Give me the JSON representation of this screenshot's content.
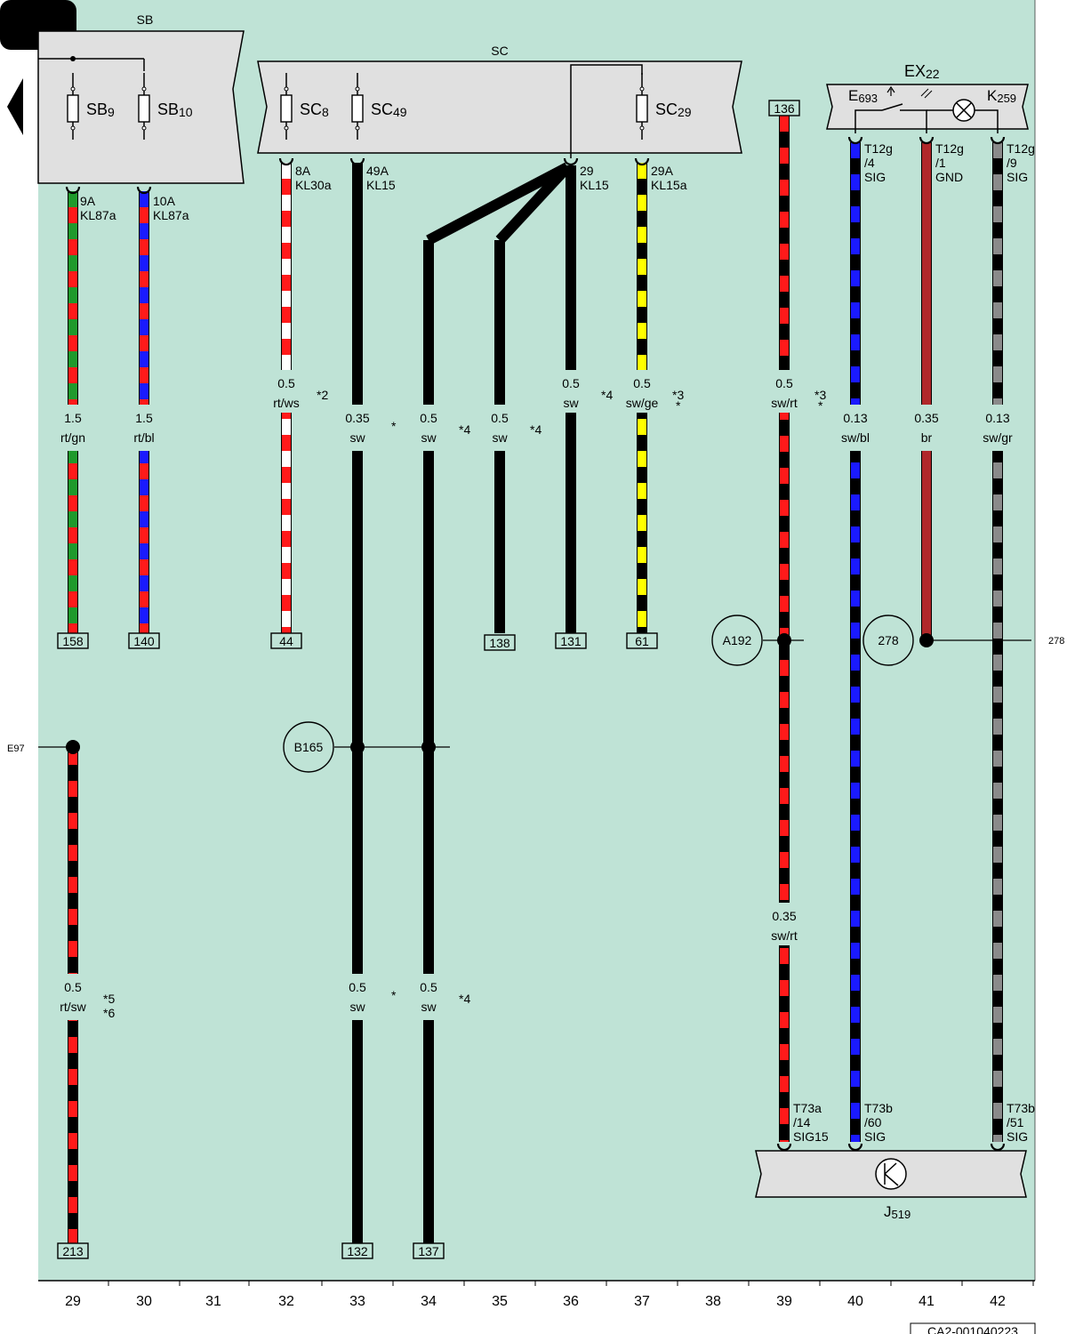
{
  "colors": {
    "background": "#bfe3d6",
    "component_fill": "#e0e0e0",
    "black": "#000000",
    "white": "#ffffff",
    "red": "#ff1a1a",
    "green": "#1f9a2c",
    "blue": "#1a1aff",
    "yellow": "#ffff00",
    "grey": "#8a8a8a",
    "brown": "#b0282a"
  },
  "components": {
    "sb": {
      "label": "SB",
      "fuses": [
        {
          "name": "SB",
          "sub": "9"
        },
        {
          "name": "SB",
          "sub": "10"
        }
      ]
    },
    "sc": {
      "label": "SC",
      "fuses": [
        {
          "name": "SC",
          "sub": "8"
        },
        {
          "name": "SC",
          "sub": "49"
        },
        {
          "name": "SC",
          "sub": "29"
        }
      ]
    },
    "ex22": {
      "name": "EX",
      "sub": "22",
      "switch_name": "E",
      "switch_sub": "693",
      "lamp_name": "K",
      "lamp_sub": "259"
    },
    "j519": {
      "name": "J",
      "sub": "519"
    }
  },
  "wires": [
    {
      "col": 29,
      "conn": [
        "9A",
        "KL87a"
      ],
      "size": "1.5",
      "color": "rt/gn",
      "ref": "158"
    },
    {
      "col": 30,
      "conn": [
        "10A",
        "KL87a"
      ],
      "size": "1.5",
      "color": "rt/bl",
      "ref": "140"
    },
    {
      "col": 32,
      "conn": [
        "8A",
        "KL30a"
      ],
      "size": "0.5",
      "color": "rt/ws",
      "note": "*2",
      "ref": "44"
    },
    {
      "col": 33,
      "conn": [
        "49A",
        "KL15"
      ],
      "size": "0.35",
      "color": "sw",
      "note": "*",
      "ref": "132"
    },
    {
      "col": 34,
      "size": "0.5",
      "color": "sw",
      "note": "*4",
      "ref": "137"
    },
    {
      "col": 35,
      "size": "0.5",
      "color": "sw",
      "note": "*4",
      "ref": "138"
    },
    {
      "col": 36,
      "conn": [
        "29",
        "KL15"
      ],
      "size": "0.5",
      "color": "sw",
      "note": "*4",
      "ref": "131"
    },
    {
      "col": 37,
      "conn": [
        "29A",
        "KL15a"
      ],
      "size": "0.5",
      "color": "sw/ge",
      "note": [
        "*3",
        "*"
      ],
      "ref": "61"
    },
    {
      "col": 39,
      "top_ref": "136",
      "size": "0.5",
      "color": "sw/rt",
      "note": [
        "*3",
        "*"
      ],
      "size2": "0.35",
      "color2": "sw/rt",
      "bottom_conn": [
        "T73a",
        "/14",
        "SIG15"
      ]
    },
    {
      "col": 40,
      "conn": [
        "T12g",
        "/4",
        "SIG"
      ],
      "size": "0.13",
      "color": "sw/bl",
      "bottom_conn": [
        "T73b",
        "/60",
        "SIG"
      ]
    },
    {
      "col": 41,
      "conn": [
        "T12g",
        "/1",
        "GND"
      ],
      "size": "0.35",
      "color": "br"
    },
    {
      "col": 42,
      "conn": [
        "T12g",
        "/9",
        "SIG"
      ],
      "size": "0.13",
      "color": "sw/gr",
      "bottom_conn": [
        "T73b",
        "/51",
        "SIG"
      ]
    },
    {
      "col": 29,
      "lower": true,
      "size": "0.5",
      "color": "rt/sw",
      "note": [
        "*5",
        "*6"
      ],
      "ref": "213"
    },
    {
      "col": 33,
      "lower": true,
      "size": "0.5",
      "color": "sw",
      "note": "*",
      "ref": ""
    },
    {
      "col": 34,
      "lower": true,
      "size": "0.5",
      "color": "sw",
      "note": "*4",
      "ref": ""
    }
  ],
  "junctions": [
    {
      "label": "A192"
    },
    {
      "label": "278"
    },
    {
      "label": "B165"
    }
  ],
  "side_refs": {
    "left": "E97",
    "right": "278"
  },
  "columns": [
    "29",
    "30",
    "31",
    "32",
    "33",
    "34",
    "35",
    "36",
    "37",
    "38",
    "39",
    "40",
    "41",
    "42"
  ],
  "diagram_code": "CA2-001040223"
}
